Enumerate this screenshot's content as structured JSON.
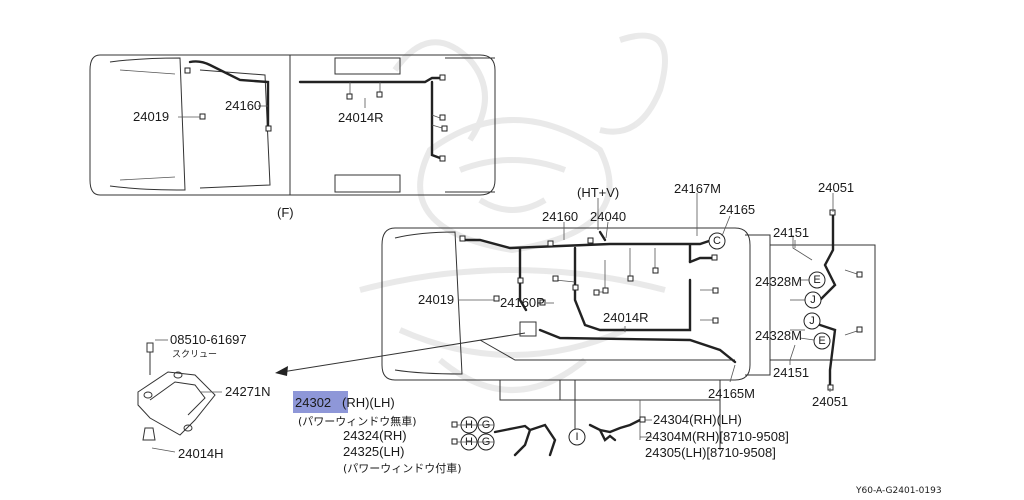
{
  "labels": {
    "top_24019": "24019",
    "top_24160": "24160",
    "top_24014R": "24014R",
    "top_F": "(F)",
    "htv": "(HT+V)",
    "lbl_24167M": "24167M",
    "lbl_24165": "24165",
    "lbl_24160": "24160",
    "lbl_24040": "24040",
    "lbl_24051_top": "24051",
    "lbl_24151_top": "24151",
    "lbl_24328M_top": "24328M",
    "lbl_24019": "24019",
    "lbl_24160P": "24160P",
    "lbl_24014R": "24014R",
    "lbl_24328M_bot": "24328M",
    "lbl_24151_bot": "24151",
    "lbl_24051_bot": "24051",
    "lbl_24165M": "24165M",
    "screw_part": "08510-61697",
    "screw_jp": "スクリュー",
    "lbl_24271N": "24271N",
    "lbl_24014H": "24014H",
    "lbl_24302": "24302",
    "lbl_24302_rest": "(RH)(LH)",
    "jp_no_pw": "(パワーウィンドウ無車)",
    "lbl_24324": "24324(RH)",
    "lbl_24325": "24325(LH)",
    "jp_with_pw": "(パワーウィンドウ付車)",
    "lbl_24304": "24304(RH)(LH)",
    "lbl_24304M": "24304M(RH)[8710-9508]",
    "lbl_24305": "24305(LH)[8710-9508]",
    "footer_code": "Y60-A-G2401-0193"
  },
  "circles": {
    "C": "C",
    "E1": "E",
    "J1": "J",
    "J2": "J",
    "E2": "E",
    "H1": "H",
    "G1": "G",
    "H2": "H",
    "G2": "G",
    "I": "I"
  },
  "colors": {
    "highlight": "#8e97d8",
    "ink": "#1a1a1a",
    "watermark": "#d8d8d8"
  }
}
